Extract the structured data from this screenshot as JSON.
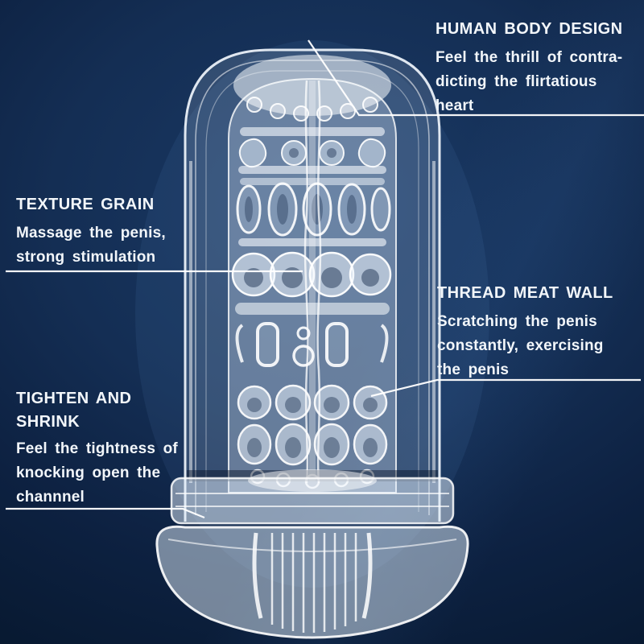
{
  "colors": {
    "background_center": "#1a3a66",
    "background_mid": "#10294c",
    "background_edge": "#051528",
    "text": "#f2f6fa",
    "callout_line": "#ffffff",
    "glass_highlight": "#dce9f7"
  },
  "illustration": {
    "name": "clear-textured-sleeve-product"
  },
  "callouts": [
    {
      "id": "human-body-design",
      "title_lines": [
        "HUMAN BODY DESIGN"
      ],
      "body_lines": [
        "Feel the thrill of contra-",
        "dicting the flirtatious",
        "heart"
      ]
    },
    {
      "id": "texture-grain",
      "title_lines": [
        "TEXTURE GRAIN"
      ],
      "body_lines": [
        "Massage the penis,",
        "strong stimulation"
      ]
    },
    {
      "id": "thread-meat-wall",
      "title_lines": [
        "THREAD MEAT WALL"
      ],
      "body_lines": [
        "Scratching the penis",
        "constantly, exercising",
        "the penis"
      ]
    },
    {
      "id": "tighten-and-shrink",
      "title_lines": [
        "TIGHTEN AND",
        "SHRINK"
      ],
      "body_lines": [
        "Feel the tightness of",
        "knocking open the",
        "channnel"
      ]
    }
  ]
}
